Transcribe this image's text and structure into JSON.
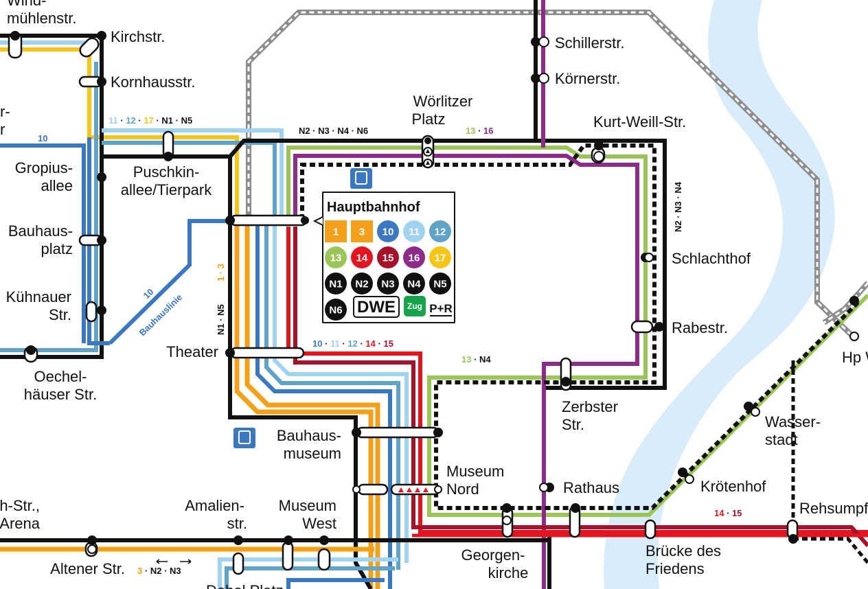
{
  "colors": {
    "line1": "#f5a01a",
    "line3": "#f5a01a",
    "line10": "#3b78c2",
    "line11": "#9fd3f0",
    "line12": "#5fa3c8",
    "line13": "#9bc657",
    "line14": "#e3161f",
    "line15": "#a6122a",
    "line16": "#8e2a8a",
    "line17": "#f6c518",
    "night": "#111111",
    "rail": "#8c8c8c",
    "river": "#d9ecf9"
  },
  "stations": {
    "windmuehlenstr": "Wind-\nmühlenstr.",
    "kirchstr": "Kirchstr.",
    "kornhausstr": "Kornhausstr.",
    "gropiusallee": "Gropius-\nallee",
    "puschkinallee": "Puschkin-\nallee/Tierpark",
    "bauhausplatz": "Bauhaus-\nplatz",
    "kuehnauer": "Kühnauer\nStr.",
    "oechelhaeuser": "Oechel-\nhäuser Str.",
    "theater": "Theater",
    "woerlitzer": "Wörlitzer\nPlatz",
    "schillerstr": "Schillerstr.",
    "koernerstr": "Körnerstr.",
    "kurtweill": "Kurt-Weill-Str.",
    "schlachthof": "Schlachthof",
    "rabestr": "Rabestr.",
    "zerbster": "Zerbster\nStr.",
    "bauhausmuseum": "Bauhaus-\nmuseum",
    "museumnord": "Museum\nNord",
    "rathaus": "Rathaus",
    "kroetenhof": "Krötenhof",
    "wasserstadt": "Wasser-\nstadt",
    "hpw": "Hp W",
    "rehsumpf": "Rehsumpf",
    "brueckefriedens": "Brücke des\nFriedens",
    "georgenkirche": "Georgen-\nkirche",
    "museumwest": "Museum\nWest",
    "amalienstr": "Amalien-\nstr.",
    "altener": "Altener Str.",
    "arena": "ch-Str.,\nArena",
    "partial_left": "r-\nr",
    "partial_bottom": "Dobel Platz"
  },
  "line_labels": {
    "top_left_11": "11",
    "top_left_12": "12",
    "top_left_17": "17",
    "top_left_n1": "N1",
    "top_left_n5": "N5",
    "line10": "10",
    "top_n2n3n4n6": "N2 · N3 · N4 · N6",
    "top_13": "13",
    "top_16": "16",
    "right_n2n3n4": "N2 · N3 · N4",
    "vert_13": "1 · 3",
    "vert_n1n5": "N1 · N5",
    "bauhauslinie_10": "10",
    "bauhauslinie": "Bauhauslinie",
    "mid_10": "10",
    "mid_11": "11",
    "mid_12": "12",
    "mid_14": "14",
    "mid_15": "15",
    "mid_13": "13",
    "mid_n4": "N4",
    "bottom_3": "3",
    "bottom_n2": "N2",
    "bottom_n3": "N3",
    "right_14": "14",
    "right_15": "15",
    "sep": "·"
  },
  "hub": {
    "title": "Hauptbahnhof",
    "badges": [
      {
        "label": "1",
        "color": "#f5a01a",
        "shape": "square",
        "text": "#ffffff"
      },
      {
        "label": "3",
        "color": "#f5a01a",
        "shape": "square",
        "text": "#ffffff"
      },
      {
        "label": "10",
        "color": "#3b78c2",
        "shape": "circle",
        "text": "#ffffff"
      },
      {
        "label": "11",
        "color": "#9fd3f0",
        "shape": "circle",
        "text": "#ffffff"
      },
      {
        "label": "12",
        "color": "#5fa3c8",
        "shape": "circle",
        "text": "#ffffff"
      },
      {
        "label": "13",
        "color": "#9bc657",
        "shape": "circle",
        "text": "#ffffff"
      },
      {
        "label": "14",
        "color": "#e3161f",
        "shape": "circle",
        "text": "#ffffff"
      },
      {
        "label": "15",
        "color": "#a6122a",
        "shape": "circle",
        "text": "#ffffff"
      },
      {
        "label": "16",
        "color": "#8e2a8a",
        "shape": "circle",
        "text": "#ffffff"
      },
      {
        "label": "17",
        "color": "#f6c518",
        "shape": "circle",
        "text": "#ffffff"
      },
      {
        "label": "N1",
        "color": "#111111",
        "shape": "circle",
        "text": "#ffffff"
      },
      {
        "label": "N2",
        "color": "#111111",
        "shape": "circle",
        "text": "#ffffff"
      },
      {
        "label": "N3",
        "color": "#111111",
        "shape": "circle",
        "text": "#ffffff"
      },
      {
        "label": "N4",
        "color": "#111111",
        "shape": "circle",
        "text": "#ffffff"
      },
      {
        "label": "N5",
        "color": "#111111",
        "shape": "circle",
        "text": "#ffffff"
      },
      {
        "label": "N6",
        "color": "#111111",
        "shape": "circle",
        "text": "#ffffff"
      }
    ],
    "dwe": "DWE",
    "zug": "Zug",
    "pr": "P+R"
  }
}
